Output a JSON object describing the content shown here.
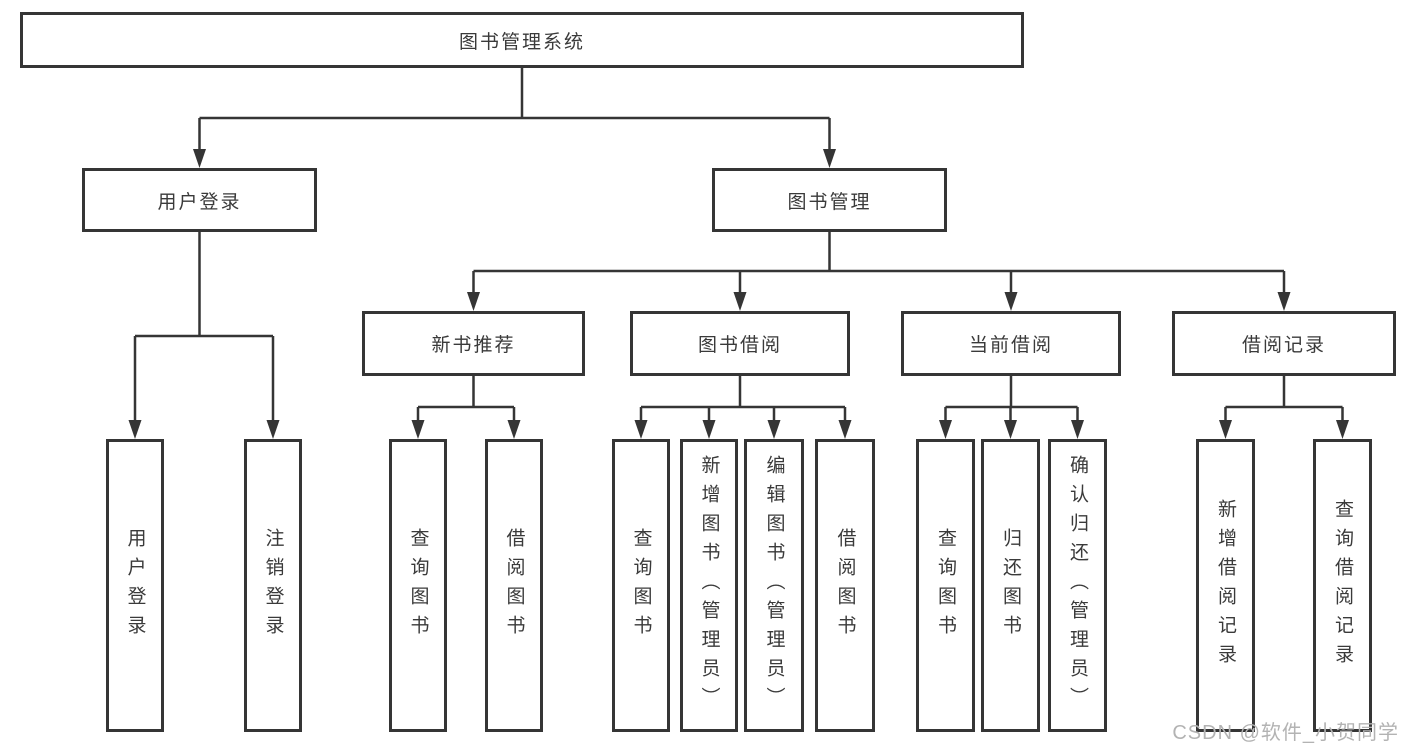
{
  "tree": {
    "root": "图书管理系统",
    "level2": [
      "用户登录",
      "图书管理"
    ],
    "level3": [
      "新书推荐",
      "图书借阅",
      "当前借阅",
      "借阅记录"
    ],
    "leaves_user_login": [
      "用户登录",
      "注销登录"
    ],
    "leaves_new_book": [
      "查询图书",
      "借阅图书"
    ],
    "leaves_book_borrow": [
      "查询图书",
      "新增图书（管理员）",
      "编辑图书（管理员）",
      "借阅图书"
    ],
    "leaves_current_borrow": [
      "查询图书",
      "归还图书",
      "确认归还（管理员）"
    ],
    "leaves_borrow_record": [
      "新增借阅记录",
      "查询借阅记录"
    ]
  },
  "watermark": "CSDN @软件_小贺同学",
  "colors": {
    "line": "#353535",
    "text": "#3a3a3a",
    "watermark": "#b3b3b3",
    "background": "#ffffff"
  }
}
